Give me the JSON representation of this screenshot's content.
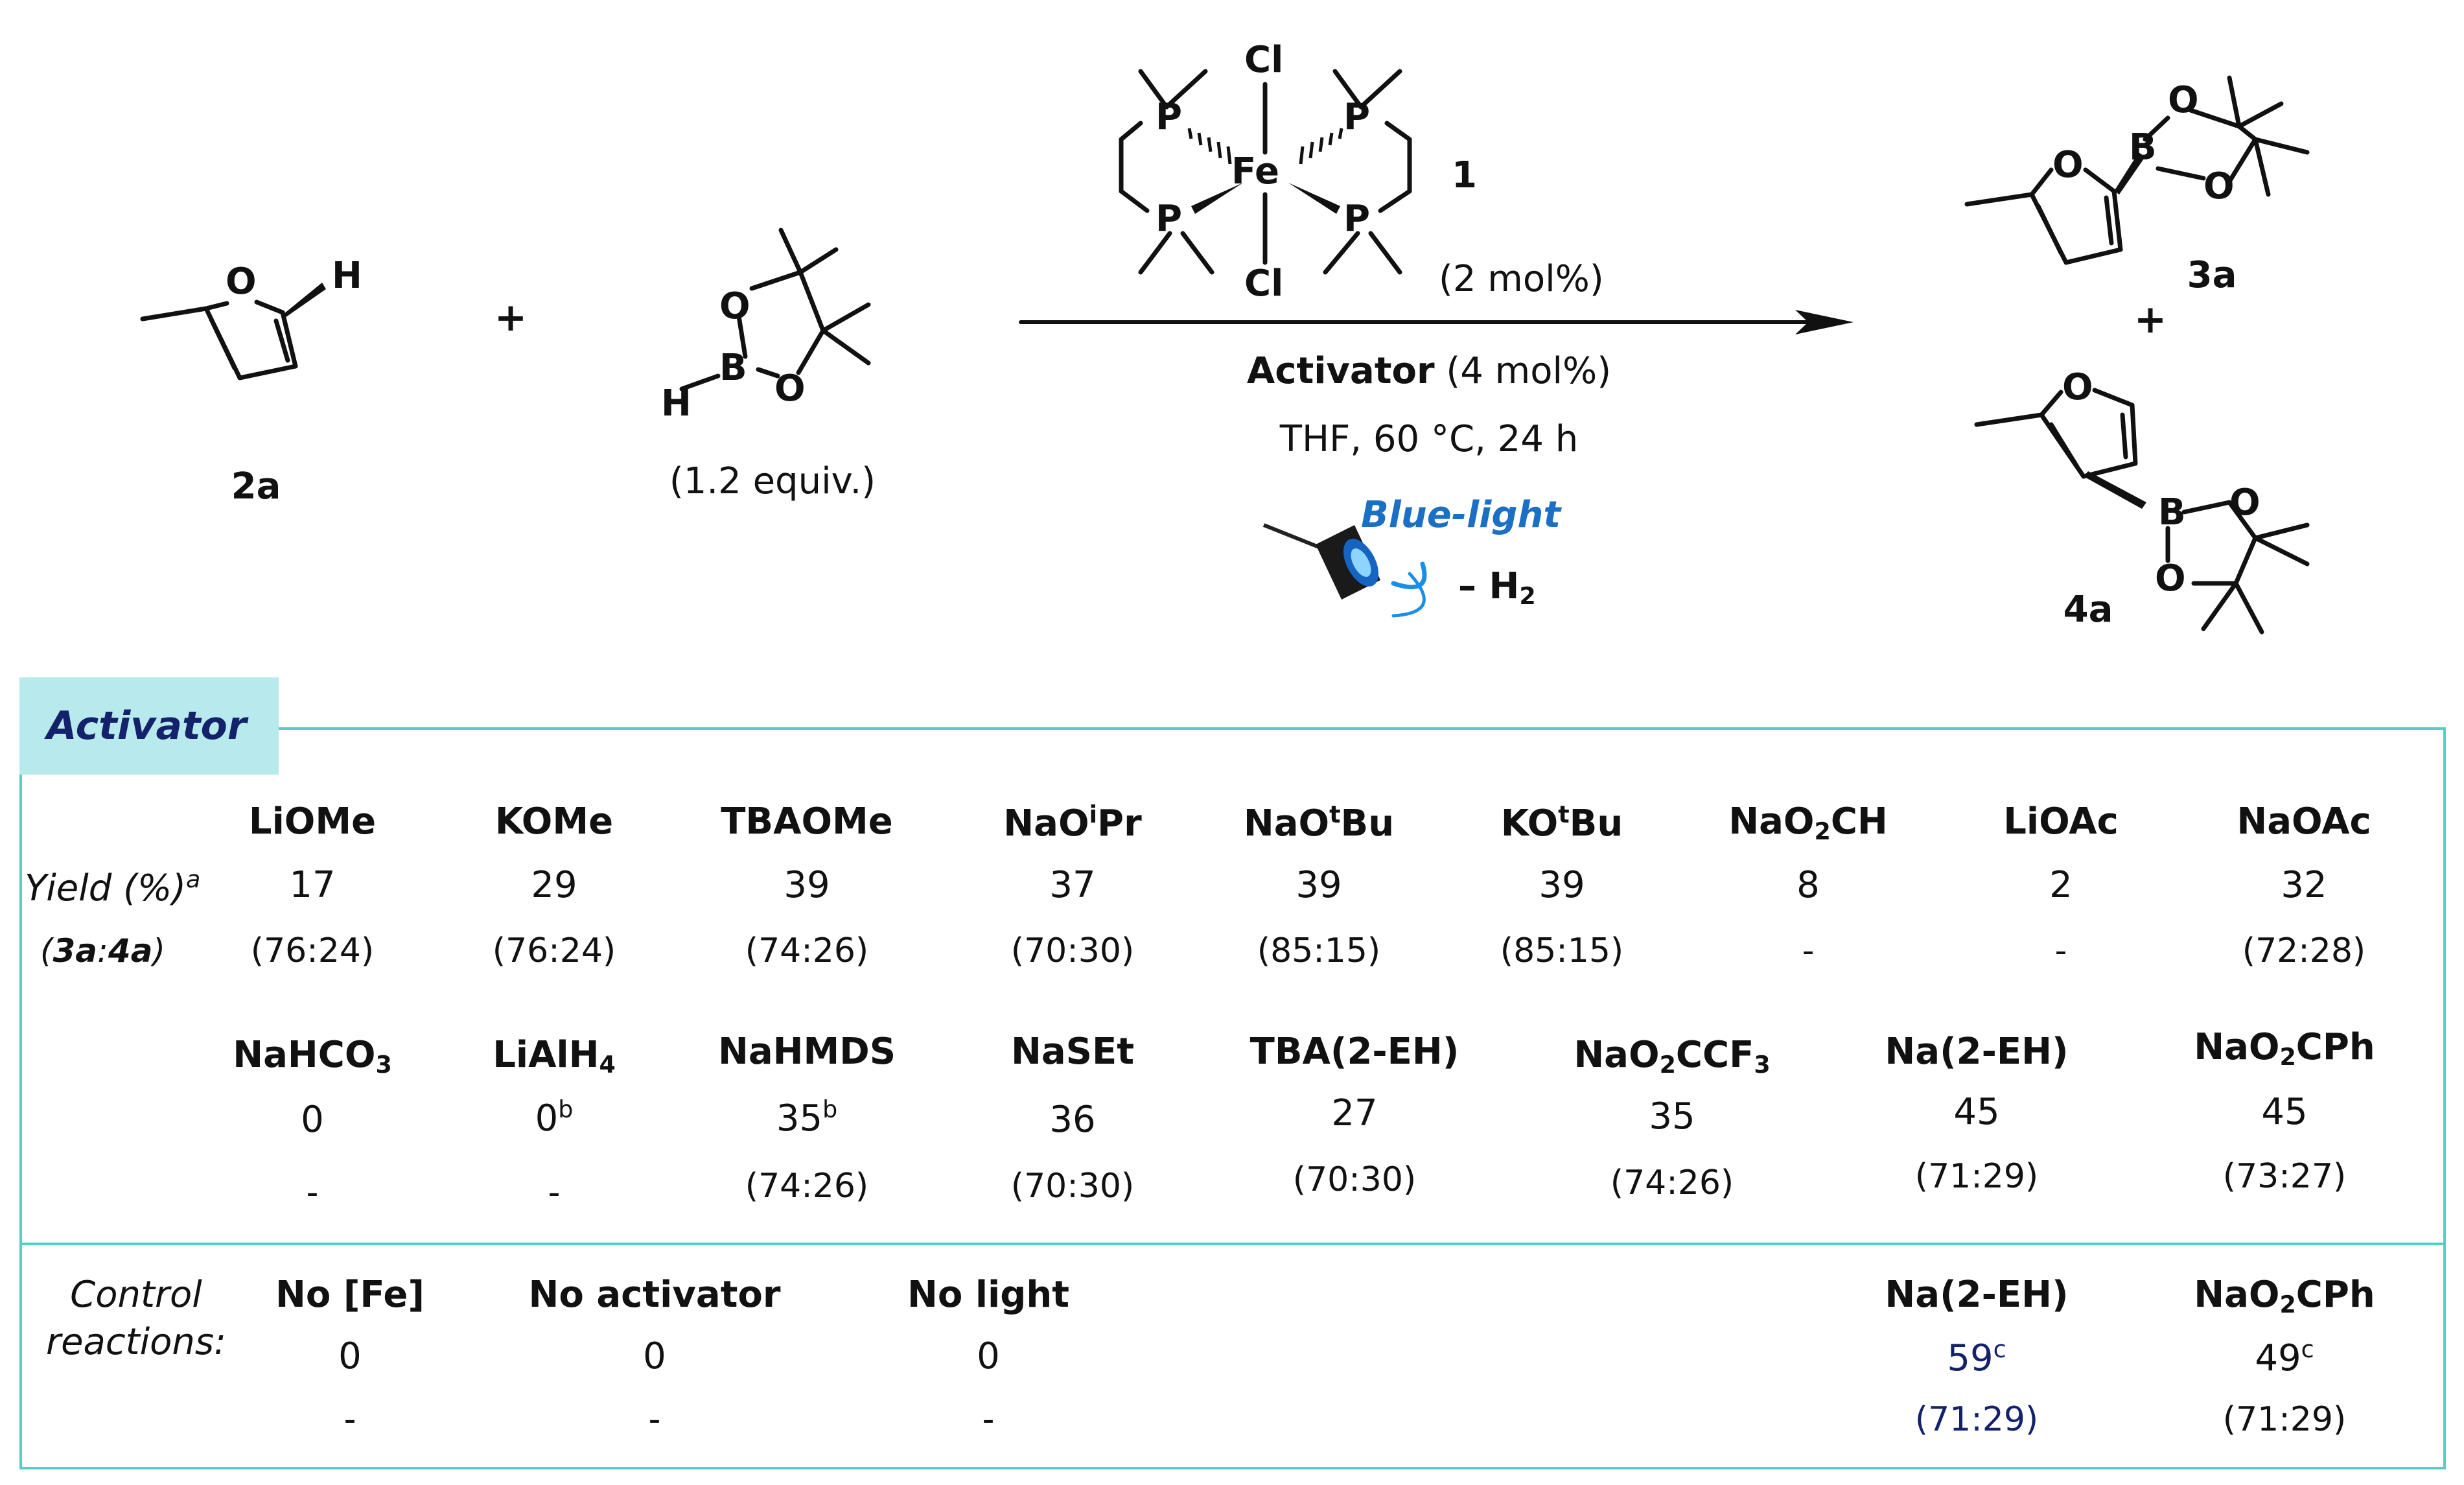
{
  "reaction": {
    "substrate_label": "2a",
    "plus": "+",
    "reagent_equiv": "(1.2 equiv.)",
    "catalyst_label": "1",
    "catalyst_loading": "(2 mol%)",
    "activator_label": "Activator",
    "activator_loading": "(4 mol%)",
    "conditions": "THF, 60 °C, 24 h",
    "light": "Blue-light",
    "byproduct_prefix": "– H",
    "byproduct_sub": "2",
    "product1_label": "3a",
    "product2_label": "4a",
    "atoms": {
      "O": "O",
      "H": "H",
      "B": "B",
      "P": "P",
      "Cl": "Cl",
      "Fe": "Fe"
    },
    "colors": {
      "light_text": "#1b6fc4",
      "panel_border": "#4fd1c5",
      "panel_tab": "#b8e9ec",
      "highlight": "#14216b"
    }
  },
  "panel": {
    "title": "Activator",
    "row_label_yield": "Yield (%)",
    "row_label_yield_sup": "a",
    "row_label_ratio_open": "(",
    "row_label_ratio_3a": "3a",
    "row_label_ratio_colon": ":",
    "row_label_ratio_4a": "4a",
    "row_label_ratio_close": ")",
    "row1": [
      {
        "name": "LiOMe",
        "yield": "17",
        "ratio": "(76:24)"
      },
      {
        "name": "KOMe",
        "yield": "29",
        "ratio": "(76:24)"
      },
      {
        "name": "TBAOMe",
        "yield": "39",
        "ratio": "(74:26)"
      },
      {
        "name_pre": "NaO",
        "name_sup": "i",
        "name_post": "Pr",
        "yield": "37",
        "ratio": "(70:30)"
      },
      {
        "name_pre": "NaO",
        "name_sup": "t",
        "name_post": "Bu",
        "yield": "39",
        "ratio": "(85:15)"
      },
      {
        "name_pre": "KO",
        "name_sup": "t",
        "name_post": "Bu",
        "yield": "39",
        "ratio": "(85:15)"
      },
      {
        "name_pre": "NaO",
        "name_sub": "2",
        "name_post": "CH",
        "yield": "8",
        "ratio": "-"
      },
      {
        "name": "LiOAc",
        "yield": "2",
        "ratio": "-"
      },
      {
        "name": "NaOAc",
        "yield": "32",
        "ratio": "(72:28)"
      }
    ],
    "row2": [
      {
        "name_pre": "NaHCO",
        "name_sub": "3",
        "name_post": "",
        "yield": "0",
        "yield_sup": "",
        "ratio": "-"
      },
      {
        "name_pre": "LiAlH",
        "name_sub": "4",
        "name_post": "",
        "yield": "0",
        "yield_sup": "b",
        "ratio": "-"
      },
      {
        "name": "NaHMDS",
        "yield": "35",
        "yield_sup": "b",
        "ratio": "(74:26)"
      },
      {
        "name": "NaSEt",
        "yield": "36",
        "yield_sup": "",
        "ratio": "(70:30)"
      },
      {
        "name": "TBA(2-EH)",
        "yield": "27",
        "yield_sup": "",
        "ratio": "(70:30)"
      },
      {
        "name_pre": "NaO",
        "name_sub": "2",
        "name_post": "CCF",
        "name_sub2": "3",
        "yield": "35",
        "yield_sup": "",
        "ratio": "(74:26)"
      },
      {
        "name": "Na(2-EH)",
        "yield": "45",
        "yield_sup": "",
        "ratio": "(71:29)"
      },
      {
        "name_pre": "NaO",
        "name_sub": "2",
        "name_post": "CPh",
        "yield": "45",
        "yield_sup": "",
        "ratio": "(73:27)"
      }
    ],
    "control_label_line1": "Control",
    "control_label_line2": "reactions:",
    "controls": [
      {
        "name": "No [Fe]",
        "yield": "0",
        "ratio": "-"
      },
      {
        "name": "No activator",
        "yield": "0",
        "ratio": "-"
      },
      {
        "name": "No light",
        "yield": "0",
        "ratio": "-"
      },
      {
        "name": "Na(2-EH)",
        "yield": "59",
        "yield_sup": "c",
        "ratio": "(71:29)"
      },
      {
        "name_pre": "NaO",
        "name_sub": "2",
        "name_post": "CPh",
        "yield": "49",
        "yield_sup": "c",
        "ratio": "(71:29)"
      }
    ]
  }
}
